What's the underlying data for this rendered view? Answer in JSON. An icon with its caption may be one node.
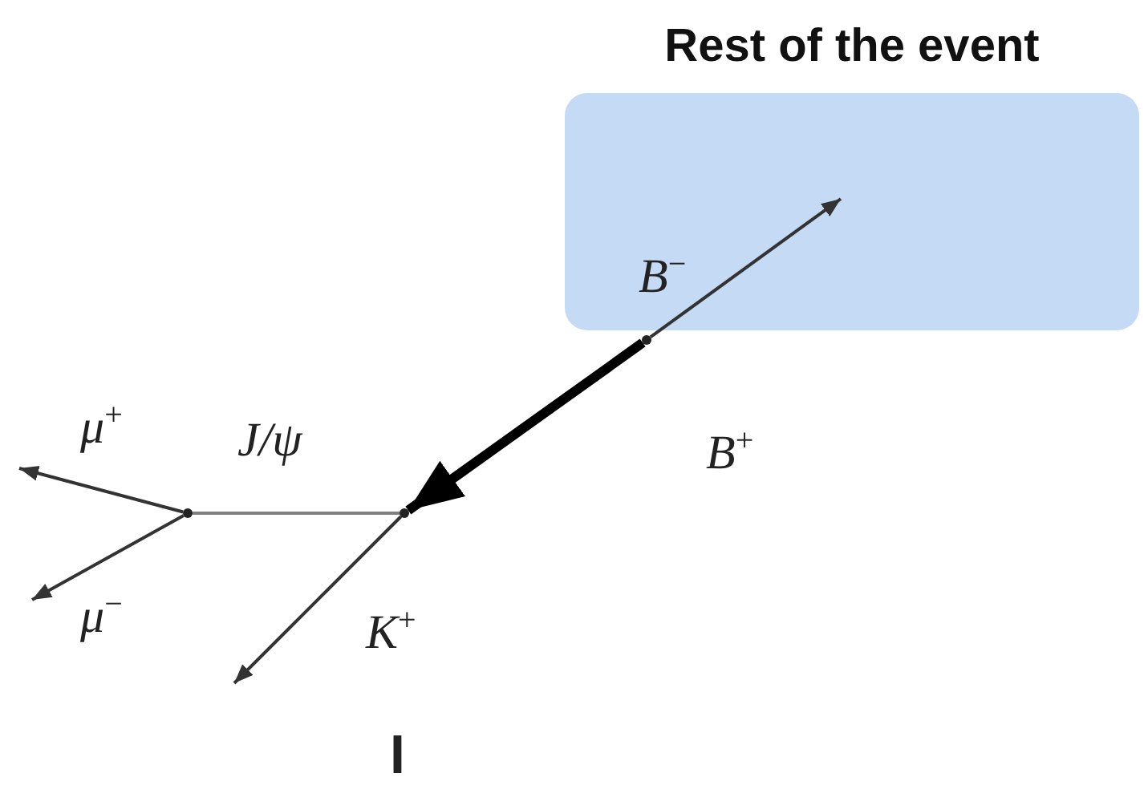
{
  "diagram": {
    "nodes": [
      {
        "text": [
          "Rest of the event"
        ]
      },
      {
        "text": [],
        "shape": "dot"
      },
      {
        "text": [],
        "shape": "dot"
      },
      {
        "text": [],
        "shape": "dot"
      }
    ],
    "edges": [
      {
        "from": 1,
        "to": 0,
        "arrow": "to",
        "label": "B$^{−}$"
      },
      {
        "from": 1,
        "to": 2,
        "arrow": "to",
        "label": "B$^{+}$",
        "style": "thick"
      },
      {
        "from": 2,
        "to": 3,
        "arrow": "none",
        "label": "J/ψ",
        "color": "#808080"
      },
      {
        "from": 2,
        "to": null,
        "arrow": "to",
        "label": "K$^{+}$"
      },
      {
        "from": 3,
        "to": null,
        "arrow": "to",
        "label": "μ$^{+}$"
      },
      {
        "from": 3,
        "to": null,
        "arrow": "to",
        "label": "μ$^{−}$"
      }
    ],
    "labels": [
      "I"
    ]
  }
}
